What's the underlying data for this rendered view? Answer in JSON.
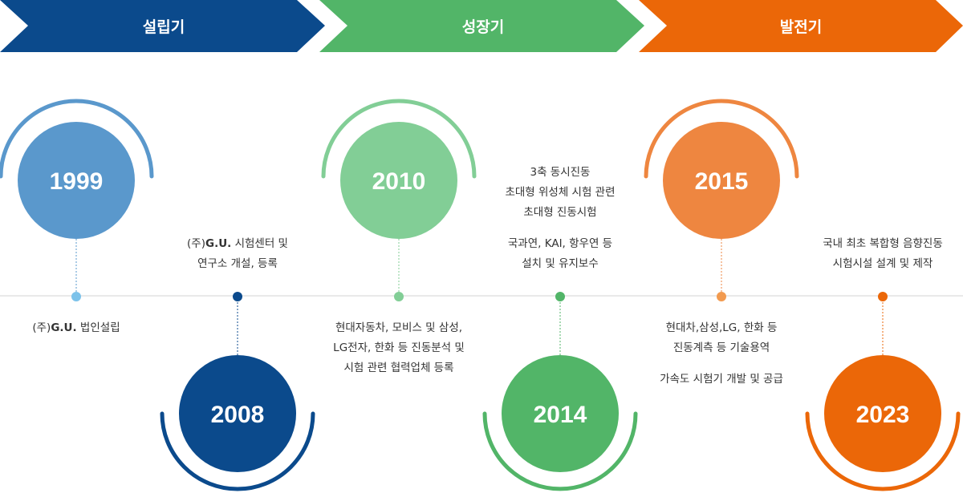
{
  "phases": [
    {
      "label": "설립기",
      "color": "#0b4a8c"
    },
    {
      "label": "성장기",
      "color": "#52b568"
    },
    {
      "label": "발전기",
      "color": "#eb6708"
    }
  ],
  "milestones": [
    {
      "year": "1999",
      "color": "#5a98cc",
      "dot_color": "#7cc2ea",
      "position": "top",
      "text_groups": [
        [
          "(주)G.U. 법인설립"
        ]
      ]
    },
    {
      "year": "2008",
      "color": "#0b4a8c",
      "dot_color": "#0b4a8c",
      "position": "bottom",
      "text_groups": [
        [
          "(주)G.U. 시험센터 및",
          "연구소 개설, 등록"
        ]
      ]
    },
    {
      "year": "2010",
      "color": "#82ce96",
      "dot_color": "#82ce96",
      "position": "top",
      "text_groups": [
        [
          "현대자동차, 모비스 및 삼성,",
          "LG전자, 한화 등 진동분석 및",
          "시험 관련 협력업체 등록"
        ]
      ]
    },
    {
      "year": "2014",
      "color": "#52b568",
      "dot_color": "#52b568",
      "position": "bottom",
      "text_groups": [
        [
          "3축 동시진동",
          "초대형 위성체 시험 관련",
          "초대형 진동시험"
        ],
        [
          "국과연, KAI, 항우연 등",
          "설치 및 유지보수"
        ]
      ]
    },
    {
      "year": "2015",
      "color": "#ee8640",
      "dot_color": "#f29a4f",
      "position": "top",
      "text_groups": [
        [
          "현대차,삼성,LG, 한화 등",
          "진동계측 등 기술용역"
        ],
        [
          "가속도 시험기 개발 및 공급"
        ]
      ]
    },
    {
      "year": "2023",
      "color": "#eb6708",
      "dot_color": "#eb6708",
      "position": "bottom",
      "text_groups": [
        [
          "국내 최초 복합형 음향진동",
          "시험시설 설계 및 제작"
        ]
      ]
    }
  ]
}
